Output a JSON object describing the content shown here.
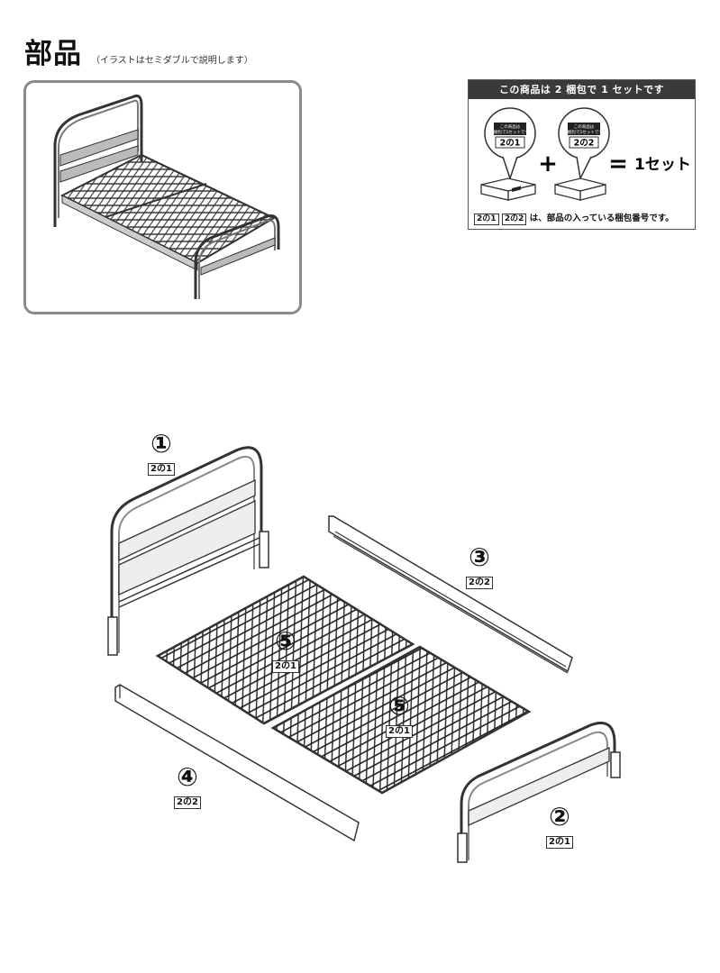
{
  "header": {
    "title": "部品",
    "subtitle": "（イラストはセミダブルで説明します）"
  },
  "set_info": {
    "heading": "この商品は 2 梱包で 1 セットです",
    "box1_caption": "この商品は\n2梱包で1セットです",
    "box1_label": "2の1",
    "box2_caption": "この商品は\n2梱包で1セットです",
    "box2_label": "2の2",
    "plus": "+",
    "equals": "=",
    "result": "1セット",
    "footer_tag1": "2の1",
    "footer_tag2": "2の2",
    "footer_text": "は、部品の入っている梱包番号です。"
  },
  "parts": [
    {
      "number": "①",
      "package": "2の1"
    },
    {
      "number": "②",
      "package": "2の1"
    },
    {
      "number": "③",
      "package": "2の2"
    },
    {
      "number": "④",
      "package": "2の2"
    },
    {
      "number": "⑤",
      "package": "2の1"
    },
    {
      "number": "⑤",
      "package": "2の1"
    }
  ]
}
